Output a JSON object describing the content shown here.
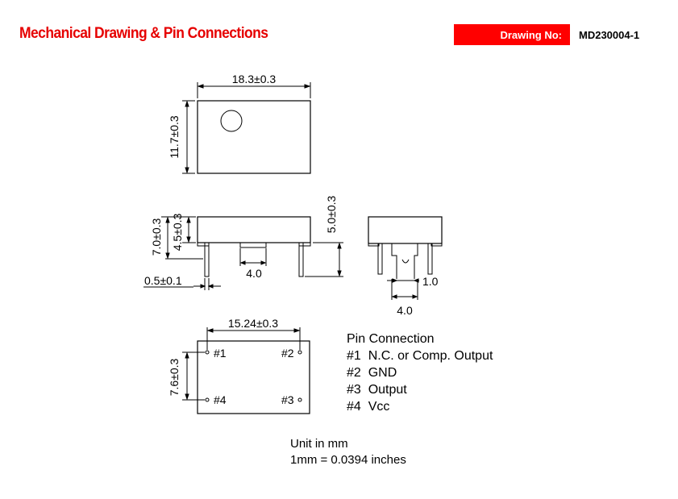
{
  "header": {
    "title": "Mechanical Drawing & Pin Connections",
    "drawing_no_label": "Drawing No:",
    "drawing_no": "MD230004-1"
  },
  "dimensions": {
    "top_width": "18.3±0.3",
    "top_height": "11.7±0.3",
    "side_height_total": "7.0±0.3",
    "side_body_height": "4.5±0.3",
    "side_pin_length": "5.0±0.3",
    "pin_spacing_inner": "4.0",
    "pin_width": "0.5±0.1",
    "end_pin_offset": "1.0",
    "end_pin_spacing": "4.0",
    "bottom_pin_pitch": "15.24±0.3",
    "bottom_pin_rows": "7.6±0.3"
  },
  "pins": {
    "p1": "#1",
    "p2": "#2",
    "p3": "#3",
    "p4": "#4"
  },
  "pin_connection": {
    "title": "Pin Connection",
    "items": [
      {
        "num": "#1",
        "desc": "N.C. or Comp. Output"
      },
      {
        "num": "#2",
        "desc": "GND"
      },
      {
        "num": "#3",
        "desc": "Output"
      },
      {
        "num": "#4",
        "desc": "Vcc"
      }
    ]
  },
  "units": {
    "line1": "Unit in mm",
    "line2": "1mm = 0.0394 inches"
  }
}
